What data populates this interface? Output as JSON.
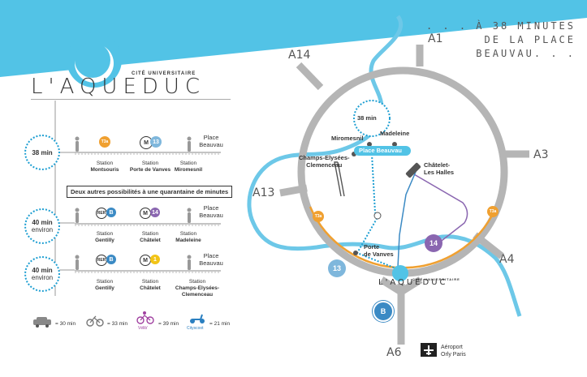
{
  "tagline": ". . . À 38 MINUTES\nDE LA PLACE\nBEAUVAU. . .",
  "logo": {
    "subtitle": "CITÉ UNIVERSITAIRE",
    "name": "L'AQUEDUC"
  },
  "routes": [
    {
      "time": "38 min",
      "note": "",
      "stops": [
        {
          "kind": "Station",
          "name": "Montsouris",
          "badge": "T3a"
        },
        {
          "kind": "Station",
          "name": "Porte de Vanves",
          "badge": "13"
        },
        {
          "kind": "Station",
          "name": "Miromesnil",
          "badge": ""
        }
      ],
      "destination": "Place Beauvau"
    },
    {
      "time": "40 min",
      "note": "environ",
      "stops": [
        {
          "kind": "Station",
          "name": "Gentilly",
          "badge": "B"
        },
        {
          "kind": "Station",
          "name": "Châtelet",
          "badge": "14"
        },
        {
          "kind": "Station",
          "name": "Madeleine",
          "badge": ""
        }
      ],
      "destination": "Place Beauvau"
    },
    {
      "time": "40 min",
      "note": "environ",
      "stops": [
        {
          "kind": "Station",
          "name": "Gentilly",
          "badge": "B"
        },
        {
          "kind": "Station",
          "name": "Châtelet",
          "badge": "1"
        },
        {
          "kind": "Station",
          "name": "Champs-Elysées-Clemenceau",
          "badge": ""
        }
      ],
      "destination": "Place Beauvau"
    }
  ],
  "separator": "Deux autres possibilités à une quarantaine de minutes",
  "modes": [
    {
      "icon": "car-icon",
      "label": "= 30 min"
    },
    {
      "icon": "bicycle-icon",
      "label": "= 33 min"
    },
    {
      "icon": "velib-icon",
      "label": "= 39 min",
      "caption": "Vélib'"
    },
    {
      "icon": "scooter-icon",
      "label": "= 21 min",
      "caption": "Cityscoot"
    }
  ],
  "map": {
    "center_time": "38 min",
    "roads": [
      "A1",
      "A14",
      "A3",
      "A13",
      "A4",
      "A6"
    ],
    "labels": {
      "miromesnil": "Miromesnil",
      "madeleine": "Madeleine",
      "place_beauvau": "Place Beauvau",
      "champs": "Champs-Elysées-\nClemenceau",
      "chatelet": "Châtelet-\nLes Halles",
      "porte_vanves": "Porte\nde Vanves"
    },
    "line_badges": {
      "t3a_left": "T3a",
      "t3a_right": "T3a",
      "m14": "14",
      "m13": "13",
      "rer_b": "B"
    },
    "airport": "Aéroport\nOrly Paris",
    "logo_sub": "CITÉ UNIVERSITAIRE",
    "logo_name": "L'AQUEDUC"
  },
  "colors": {
    "banner": "#52c3e6",
    "river": "#6dc8e8",
    "ring": "#b5b5b5",
    "tram": "#f0a030",
    "metro14": "#8a66b0",
    "metro13": "#7fb7dc",
    "metro1": "#f2c416",
    "rerb": "#3b8ac4"
  }
}
